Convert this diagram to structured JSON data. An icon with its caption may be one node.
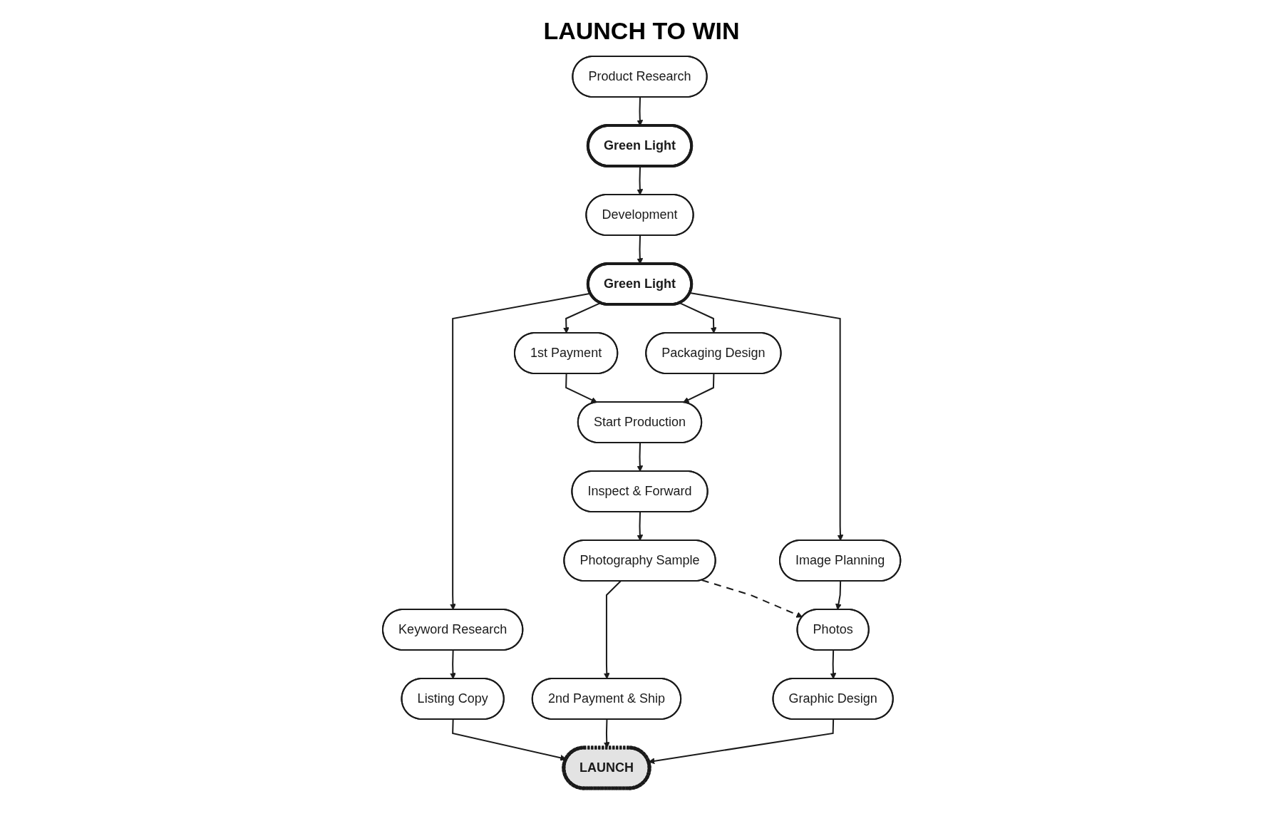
{
  "diagram": {
    "title": "LAUNCH TO WIN",
    "nodes": [
      {
        "text": [
          "Product Research"
        ]
      },
      {
        "text": [
          "Green Light"
        ]
      },
      {
        "text": [
          "Development"
        ]
      },
      {
        "text": [
          "Green Light"
        ]
      },
      {
        "text": [
          "1st Payment"
        ]
      },
      {
        "text": [
          "Packaging Design"
        ]
      },
      {
        "text": [
          "Image Planning"
        ]
      },
      {
        "text": [
          "Keyword Research"
        ]
      },
      {
        "text": [
          "Start Production"
        ]
      },
      {
        "text": [
          "Listing Copy"
        ]
      },
      {
        "text": [
          "Inspect & Forward"
        ]
      },
      {
        "text": [
          "Photography Sample"
        ]
      },
      {
        "text": [
          "Photos"
        ]
      },
      {
        "text": [
          "2nd Payment & Ship"
        ]
      },
      {
        "text": [
          "LAUNCH"
        ]
      },
      {
        "text": [
          "Graphic Design"
        ]
      }
    ],
    "edges": [
      {
        "from": 0,
        "to": 1,
        "arrow": "to"
      },
      {
        "from": 1,
        "to": 2,
        "arrow": "to"
      },
      {
        "from": 2,
        "to": 3,
        "arrow": "to"
      },
      {
        "from": 3,
        "to": 4,
        "arrow": "to"
      },
      {
        "from": 3,
        "to": 5,
        "arrow": "to"
      },
      {
        "from": 3,
        "to": 6,
        "arrow": "to"
      },
      {
        "from": 3,
        "to": 7,
        "arrow": "to"
      },
      {
        "from": 7,
        "to": 9,
        "arrow": "to"
      },
      {
        "from": 4,
        "to": 8,
        "arrow": "to"
      },
      {
        "from": 5,
        "to": 8,
        "arrow": "to"
      },
      {
        "from": 8,
        "to": 10,
        "arrow": "to"
      },
      {
        "from": 10,
        "to": 11,
        "arrow": "to"
      },
      {
        "from": 11,
        "to": 13,
        "arrow": "to"
      },
      {
        "from": 11,
        "to": 12,
        "arrow": "to",
        "style": "dashed"
      },
      {
        "from": 6,
        "to": 12,
        "arrow": "to"
      },
      {
        "from": 9,
        "to": 14,
        "arrow": "to"
      },
      {
        "from": 13,
        "to": 14,
        "arrow": "to"
      },
      {
        "from": 12,
        "to": 15,
        "arrow": "to"
      },
      {
        "from": 15,
        "to": 14,
        "arrow": "to"
      }
    ]
  }
}
